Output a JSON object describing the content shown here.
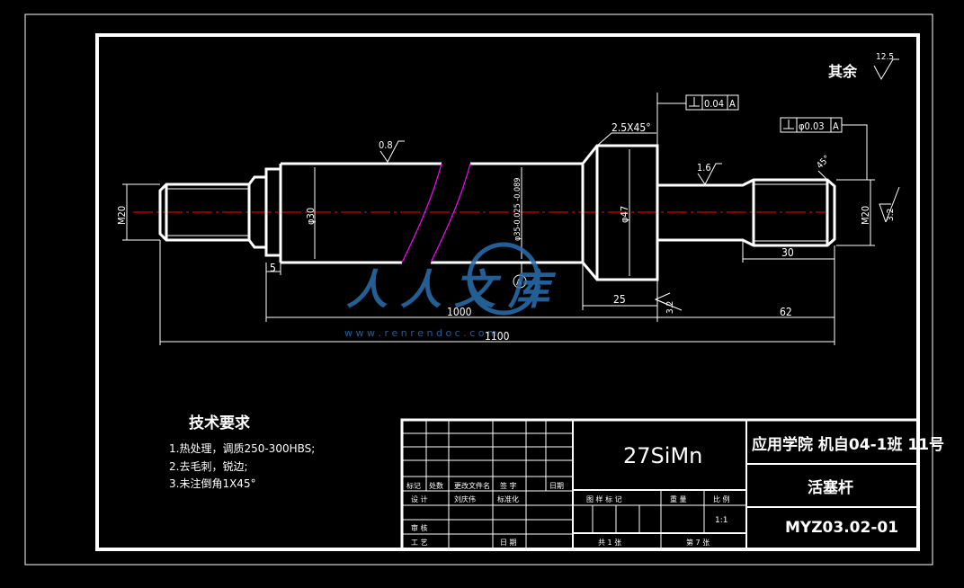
{
  "drawing": {
    "roughness_other_label": "其余",
    "roughness_other_value": "12.5",
    "roughness_1": "0.8",
    "roughness_2": "1.6",
    "roughness_3": "3.2",
    "roughness_4": "3.2",
    "chamfer_label": "2.5X45°",
    "angle_label": "45°",
    "perp_tol_1": "0.04",
    "perp_tol_1_datum": "A",
    "perp_tol_2": "φ0.03",
    "perp_tol_2_datum": "A",
    "datum_label": "A",
    "dim_m20_left": "M20",
    "dim_d30": "φ30",
    "dim_d35": "φ35-0.025 -0.089",
    "dim_d47": "φ47",
    "dim_m20_right": "M20",
    "dim_5": "5",
    "dim_1000": "1000",
    "dim_1100": "1100",
    "dim_25": "25",
    "dim_62": "62",
    "dim_30": "30"
  },
  "tech_requirements": {
    "title": "技术要求",
    "items": [
      "1.热处理，调质250-300HBS;",
      "2.去毛刺，锐边;",
      "3.未注倒角1X45°"
    ]
  },
  "title_block": {
    "material": "27SiMn",
    "school": "应用学院 机自04-1班 11号",
    "part_name": "活塞杆",
    "drawing_no": "MYZ03.02-01",
    "scale_value": "1:1",
    "headers": {
      "mark": "标记",
      "count": "处数",
      "change_doc": "更改文件名",
      "signature": "签  字",
      "date": "日期",
      "design": "设  计",
      "designer": "刘庆伟",
      "standardize": "标准化",
      "stage_mark": "图 样 标 记",
      "weight": "重  量",
      "scale": "比 例",
      "review": "审  核",
      "process": "工  艺",
      "date2": "日 期",
      "total_sheets": "共  1  张",
      "sheet_no": "第  7  张"
    }
  },
  "watermark": {
    "text": "人人文库",
    "url": "w w w . r e n r e n d o c . c o m"
  },
  "colors": {
    "background": "#000000",
    "lines": "#ffffff",
    "centerline": "#ff0000",
    "break_line": "#ff00ff",
    "watermark": "#2a6fb0"
  }
}
